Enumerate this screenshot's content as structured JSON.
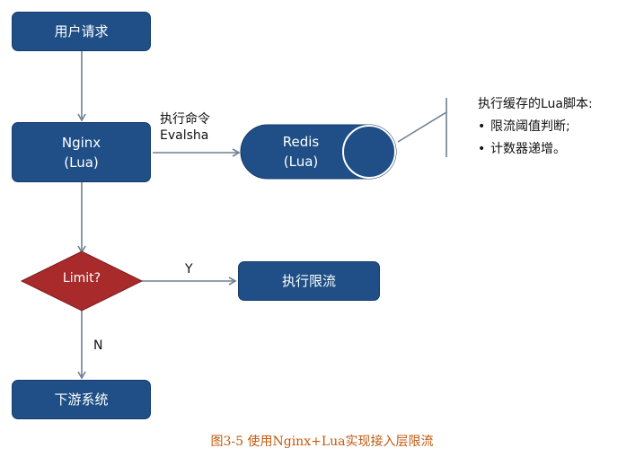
{
  "nodes": {
    "user_request": "用户请求",
    "nginx_line1": "Nginx",
    "nginx_line2": "(Lua)",
    "redis_line1": "Redis",
    "redis_line2": "(Lua)",
    "decision": "Limit?",
    "rate_limit": "执行限流",
    "downstream": "下游系统"
  },
  "edges": {
    "exec_line1": "执行命令",
    "exec_line2": "Evalsha",
    "yes": "Y",
    "no": "N"
  },
  "notes": {
    "title": "执行缓存的Lua脚本:",
    "items": [
      "限流阈值判断;",
      "计数器递增。"
    ]
  },
  "caption": "图3-5 使用Nginx+Lua实现接入层限流",
  "colors": {
    "box": "#1f4f86",
    "decision": "#a82a2a",
    "arrow": "#6f8190",
    "caption": "#c05a10"
  }
}
